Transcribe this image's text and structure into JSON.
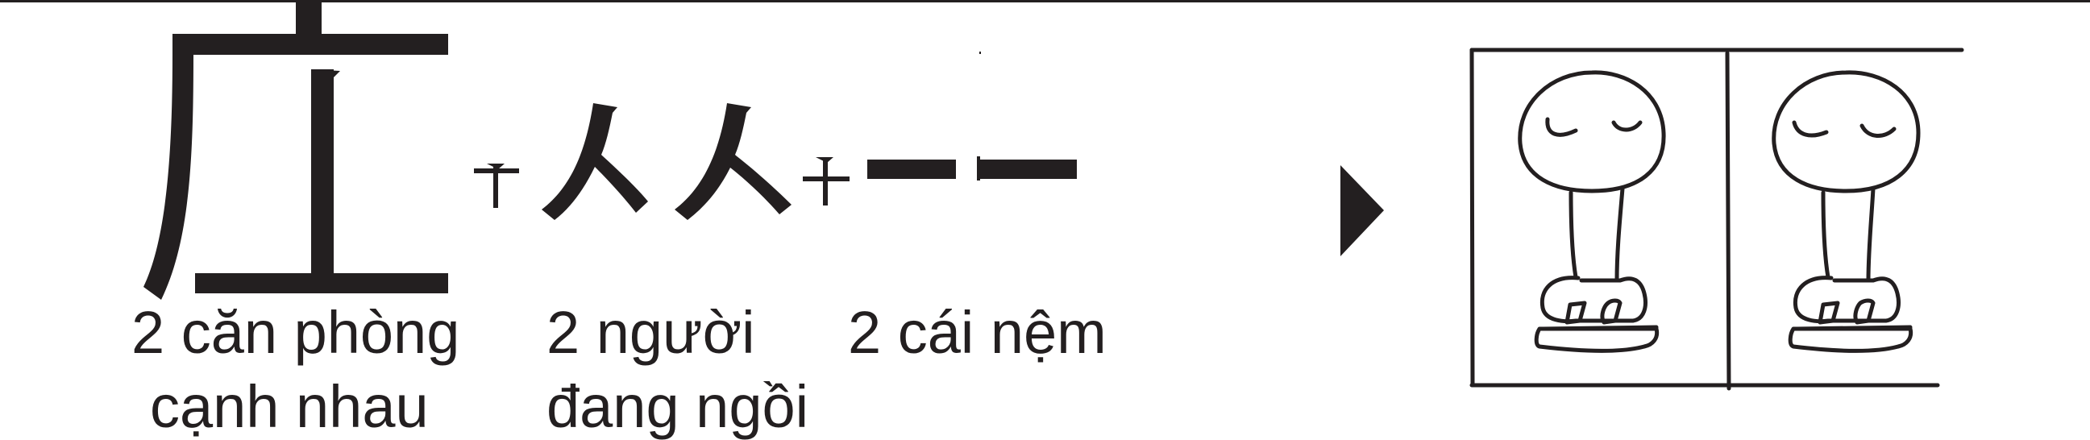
{
  "colors": {
    "ink": "#231f20",
    "background": "#ffffff"
  },
  "formula": {
    "components": [
      "two-room-radical",
      "two-person-radical",
      "two-cushion-strokes"
    ],
    "operators": [
      "+",
      "+"
    ],
    "arrow_icon": "right-triangle-arrow"
  },
  "labels": {
    "rooms_line1": "2 căn phòng",
    "rooms_line2": "cạnh nhau",
    "persons_line1": "2 người",
    "persons_line2": "đang ngồi",
    "cushions_line1": "2 cái nệm"
  },
  "illustration": {
    "description_icon": "two-people-sitting-on-cushions-in-two-rooms"
  }
}
